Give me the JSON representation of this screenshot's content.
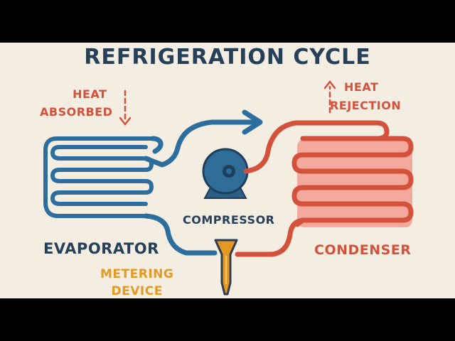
{
  "title": "REFRIGERATION CYCLE",
  "labels": {
    "heat_absorbed_line1": "HEAT",
    "heat_absorbed_line2": "ABSORBED",
    "heat_rejection_line1": "HEAT",
    "heat_rejection_line2": "REJECTION",
    "compressor": "COMPRESSOR",
    "evaporator": "EVAPORATOR",
    "condenser": "CONDENSER",
    "metering_line1": "METERING",
    "metering_line2": "DEVICE"
  },
  "colors": {
    "cold_pipe": "#2c6e9e",
    "hot_pipe": "#d4523c",
    "condenser_fill": "#f3a99b",
    "metering_device": "#e49a22",
    "compressor": "#2c5f86",
    "title": "#26405a",
    "background": "#f4ede2"
  },
  "icons": {
    "compressor": "compressor-icon",
    "metering": "metering-valve-icon",
    "heat_in_arrow": "dashed-arrow-down-icon",
    "heat_out_arrow": "dashed-arrow-up-icon",
    "flow_arrow": "flow-arrow-right-icon"
  }
}
